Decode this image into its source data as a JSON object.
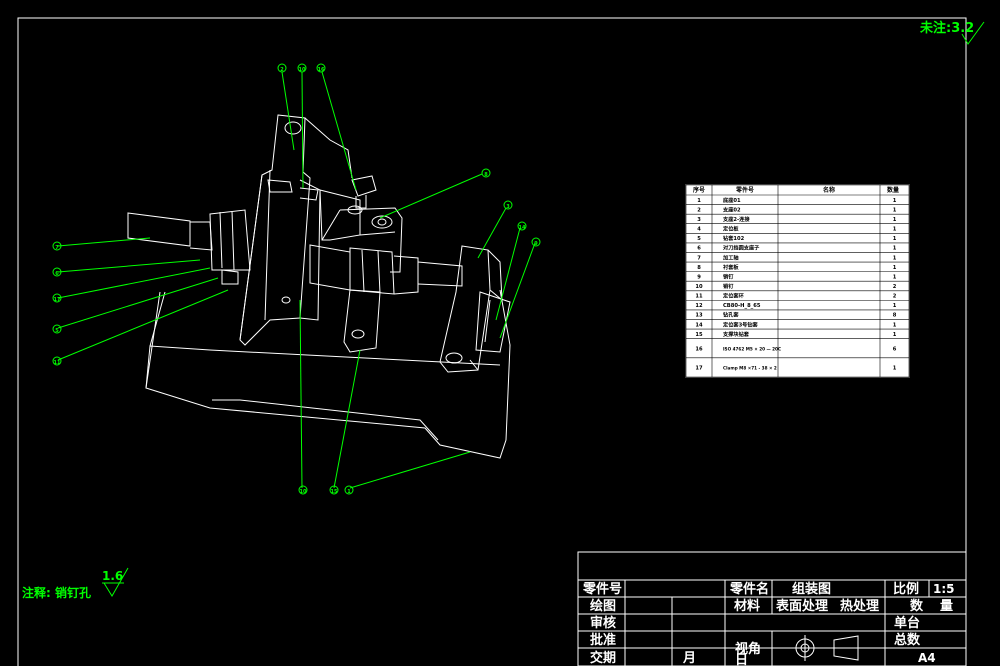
{
  "colors": {
    "background": "#000000",
    "lines": "#ffffff",
    "annotations": "#00ff00"
  },
  "notes": {
    "top_right": "未注:3.2",
    "bottom_left": "注释: 销钉孔",
    "bottom_left_roughness": "1.6"
  },
  "balloons": [
    {
      "id": "b-top-1",
      "text": "2"
    },
    {
      "id": "b-top-2",
      "text": "10"
    },
    {
      "id": "b-top-3",
      "text": "16"
    },
    {
      "id": "b-right-1",
      "text": "8"
    },
    {
      "id": "b-right-2",
      "text": "3"
    },
    {
      "id": "b-right-3",
      "text": "14"
    },
    {
      "id": "b-right-4",
      "text": "9"
    },
    {
      "id": "b-left-1",
      "text": "7"
    },
    {
      "id": "b-left-2",
      "text": "6"
    },
    {
      "id": "b-left-3",
      "text": "17"
    },
    {
      "id": "b-left-4",
      "text": "5"
    },
    {
      "id": "b-left-5",
      "text": "11"
    },
    {
      "id": "b-bottom-1",
      "text": "10"
    },
    {
      "id": "b-bottom-2",
      "text": "15"
    },
    {
      "id": "b-bottom-3",
      "text": "1"
    }
  ],
  "bom": {
    "headers": [
      "序号",
      "零件号",
      "名称",
      "数量"
    ],
    "rows": [
      [
        "1",
        "",
        "底座01",
        "1"
      ],
      [
        "2",
        "",
        "支座02",
        "1"
      ],
      [
        "3",
        "",
        "支座2-连接",
        "1"
      ],
      [
        "4",
        "",
        "定位板",
        "1"
      ],
      [
        "5",
        "",
        "钻套102",
        "1"
      ],
      [
        "6",
        "",
        "对刀挡圆支座子",
        "1"
      ],
      [
        "7",
        "",
        "加工轴",
        "1"
      ],
      [
        "8",
        "",
        "衬套板",
        "1"
      ],
      [
        "9",
        "",
        "销钉",
        "1"
      ],
      [
        "10",
        "",
        "销钉",
        "2"
      ],
      [
        "11",
        "",
        "定位套环",
        "2"
      ],
      [
        "12",
        "",
        "CB80-H_8_65",
        "1"
      ],
      [
        "13",
        "",
        "钻孔套",
        "8"
      ],
      [
        "14",
        "",
        "定位套3号钻套",
        "1"
      ],
      [
        "15",
        "",
        "支撑块钻套",
        "1"
      ],
      [
        "16",
        "",
        "ISO 4762 M5 × 20 — 20C",
        "6"
      ],
      [
        "17",
        "",
        "Clamp M8 ×71 - 38 × 2",
        "1"
      ]
    ]
  },
  "title_block": {
    "part_no_label": "零件号",
    "part_name_label": "零件名",
    "part_name": "组装图",
    "scale_label": "比例",
    "scale_value": "1:5",
    "drawn_label": "绘图",
    "material_label": "材料",
    "surface_label": "表面处理",
    "heat_label": "热处理",
    "qty_label": "数",
    "qty_label2": "量",
    "review_label": "审核",
    "unit_label": "单台",
    "approve_label": "批准",
    "total_label": "总数",
    "date_label": "交期",
    "month_label": "月",
    "day_label": "日",
    "view_label": "视角",
    "size": "A4"
  }
}
